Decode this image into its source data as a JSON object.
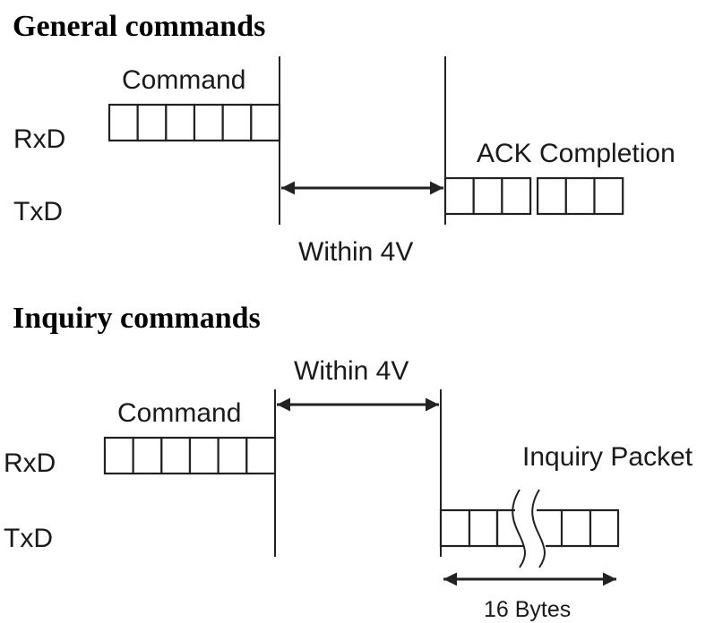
{
  "general": {
    "heading": "General commands",
    "rx_label": "RxD",
    "tx_label": "TxD",
    "command_label": "Command",
    "command_bytes": 6,
    "response_label": "ACK Completion",
    "response_groups": [
      3,
      3
    ],
    "timing_label": "Within 4V"
  },
  "inquiry": {
    "heading": "Inquiry commands",
    "rx_label": "RxD",
    "tx_label": "TxD",
    "command_label": "Command",
    "command_bytes": 6,
    "response_label": "Inquiry Packet",
    "timing_label": "Within 4V",
    "length_label": "16 Bytes"
  }
}
